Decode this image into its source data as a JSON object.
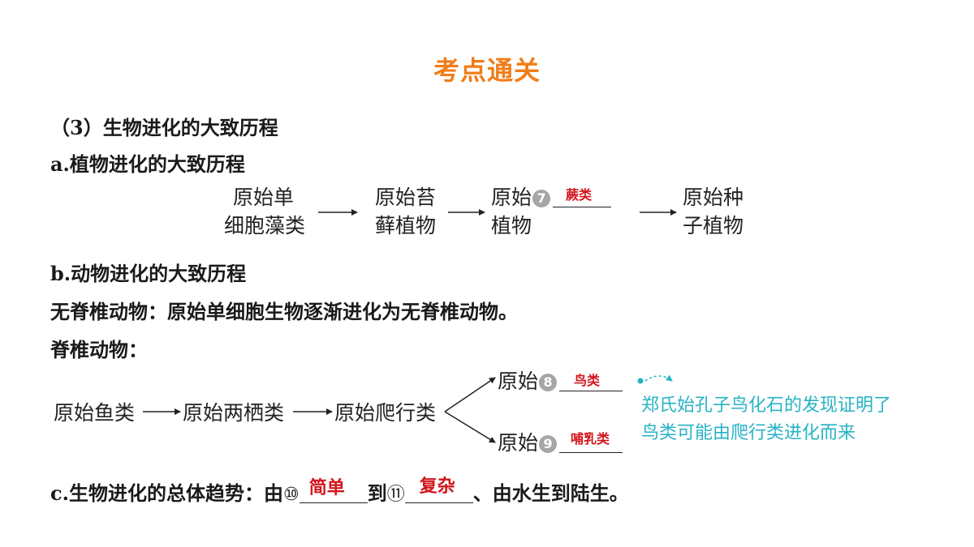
{
  "title": "考点通关",
  "section": "（3）生物进化的大致历程",
  "plant": {
    "heading": "a.植物进化的大致历程",
    "n1_line1": "原始单",
    "n1_line2": "细胞藻类",
    "n2_line1": "原始苔",
    "n2_line2": "藓植物",
    "n3_line1": "原始",
    "n3_num": "7",
    "n3_line2": "植物",
    "n3_answer": "蕨类",
    "n4_line1": "原始种",
    "n4_line2": "子植物"
  },
  "animal": {
    "heading": "b.动物进化的大致历程",
    "invertebrate": "无脊椎动物：原始单细胞生物逐渐进化为无脊椎动物。",
    "vertebrate_label": "脊椎动物：",
    "fish": "原始鱼类",
    "amphibian": "原始两栖类",
    "reptile": "原始爬行类",
    "upper_prefix": "原始",
    "upper_num": "8",
    "upper_answer": "鸟类",
    "lower_prefix": "原始",
    "lower_num": "9",
    "lower_answer": "哺乳类",
    "note_line1": "郑氏始孔子鸟化石的发现证明了",
    "note_line2": "鸟类可能由爬行类进化而来"
  },
  "trend": {
    "prefix": "c.生物进化的总体趋势：由",
    "num10": "⑩",
    "answer10": "简单",
    "to": "到",
    "num11": "⑪",
    "answer11": "复杂",
    "suffix": "、由水生到陆生。"
  },
  "colors": {
    "title": "#f07d1a",
    "answer": "#d3141b",
    "note": "#27b3c5",
    "circle": "#a6a6a6"
  }
}
